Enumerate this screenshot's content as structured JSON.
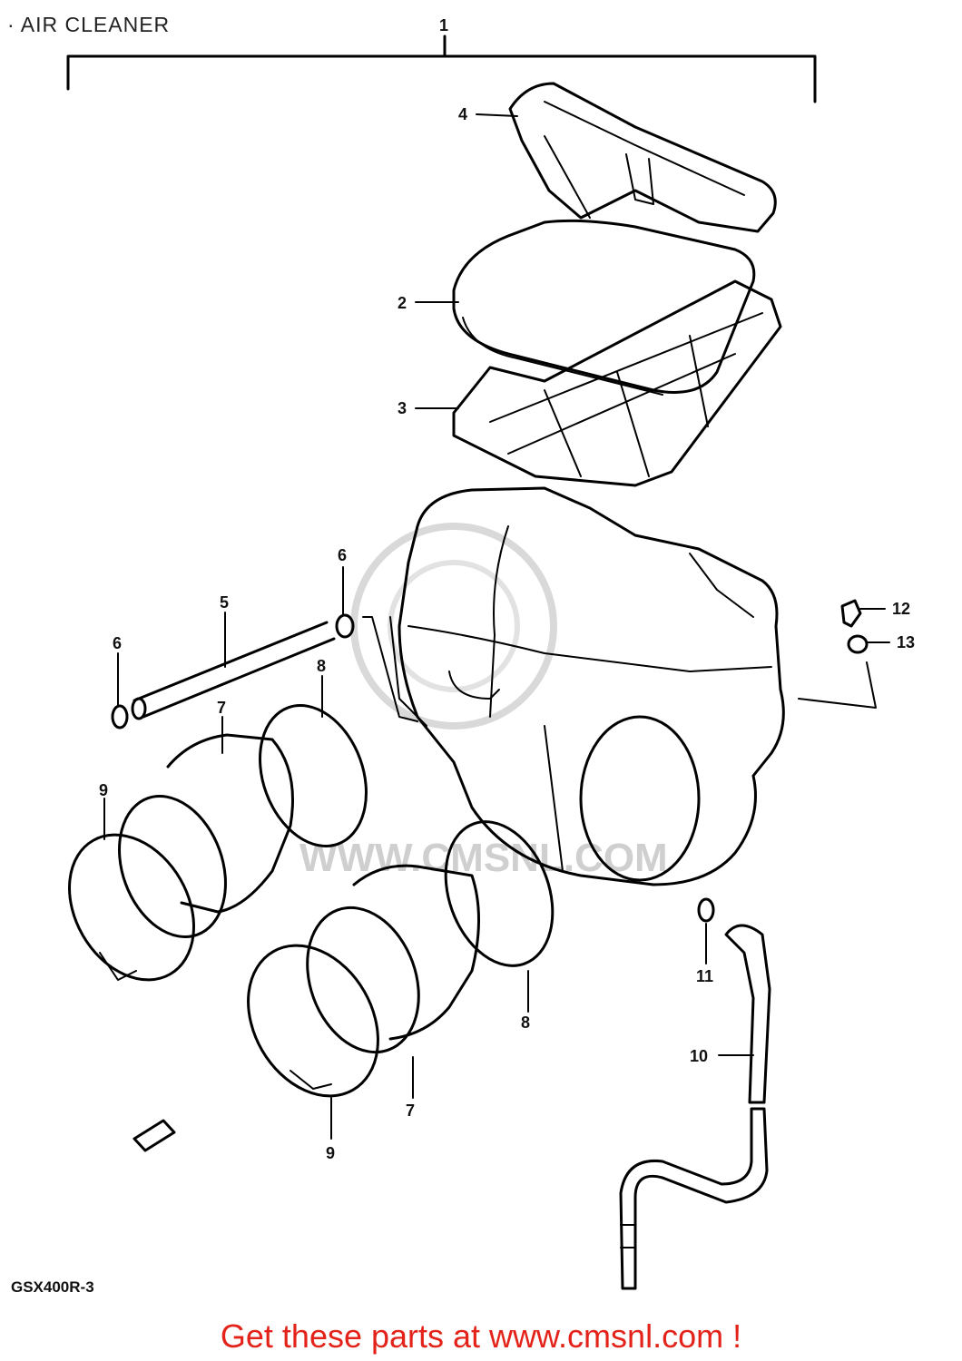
{
  "title": "· AIR CLEANER",
  "model_code": "GSX400R-3",
  "watermark": "WWW.CMSNL.COM",
  "footer": "Get these parts at www.cmsnl.com !",
  "colors": {
    "footer": "#e32319",
    "ink": "#000000",
    "watermark": "#cfcfcf"
  },
  "callouts": {
    "c1": "1",
    "c2": "2",
    "c3": "3",
    "c4": "4",
    "c5": "5",
    "c6a": "6",
    "c6b": "6",
    "c7a": "7",
    "c7b": "7",
    "c8a": "8",
    "c8b": "8",
    "c9a": "9",
    "c9b": "9",
    "c10": "10",
    "c11": "11",
    "c12": "12",
    "c13": "13"
  }
}
